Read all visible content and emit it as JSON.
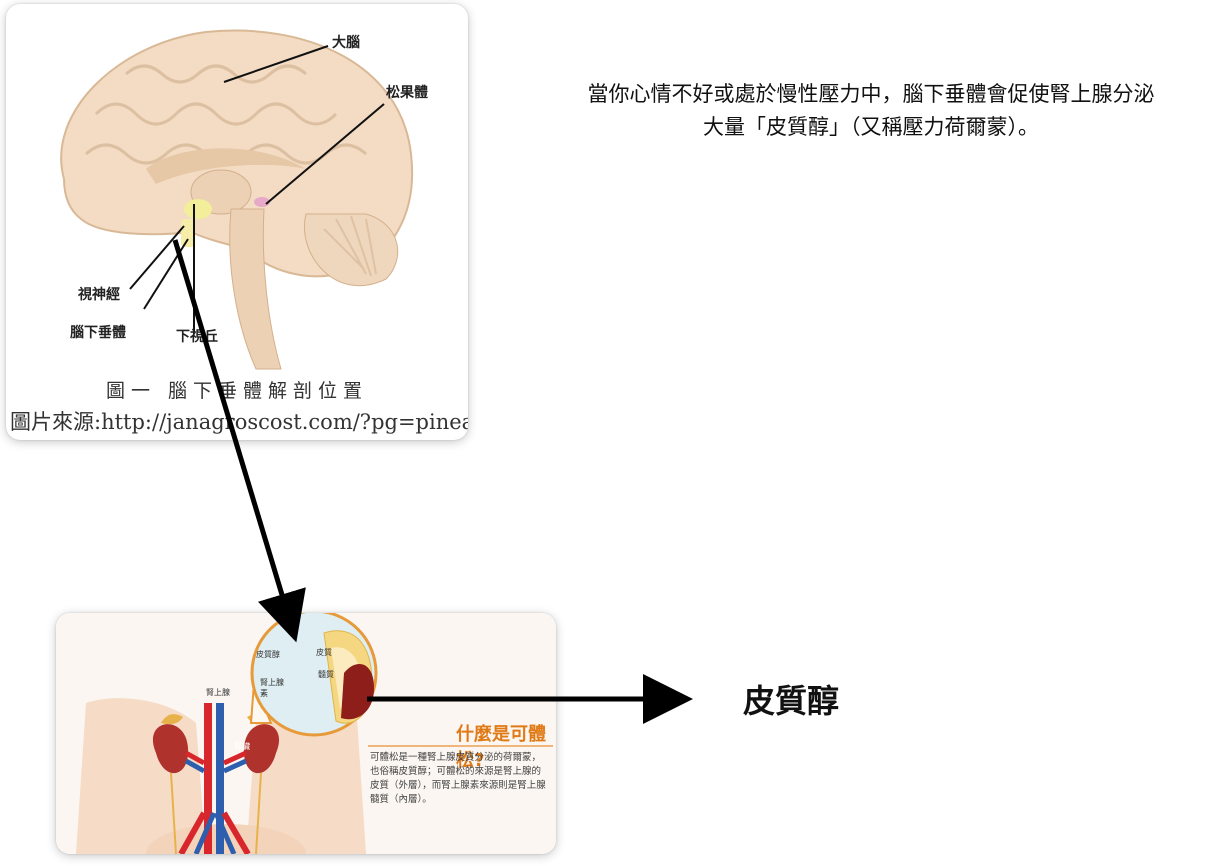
{
  "intro_text_line1": "當你心情不好或處於慢性壓力中，腦下垂體會促使腎上腺分泌",
  "intro_text_line2": "大量「皮質醇」（又稱壓力荷爾蒙）。",
  "cortisol_label": "皮質醇",
  "brain_figure": {
    "labels": {
      "cerebrum": "大腦",
      "pineal": "松果體",
      "optic_nerve": "視神經",
      "pituitary": "腦下垂體",
      "hypothalamus": "下視丘"
    },
    "caption_title": "圖一  腦下垂體解剖位置",
    "caption_source": "圖片來源:http://janagroscost.com/?pg=pineal"
  },
  "adrenal_figure": {
    "title": "什麼是可體松?",
    "body": "可體松是一種腎上腺皮質分泌的荷爾蒙，也俗稱皮質醇；可體松的來源是腎上腺的皮質（外層），而腎上腺素來源則是腎上腺髓質（內層）。",
    "labels": {
      "adrenal_gland": "腎上腺",
      "kidney": "腎臟",
      "cortisol": "皮質醇",
      "adrenaline": "腎上腺素",
      "cortex": "皮質",
      "medulla": "髓質"
    }
  },
  "colors": {
    "brain": "#f3dcc3",
    "kidney": "#b0322c",
    "artery": "#d8262d",
    "vein": "#2e5fae",
    "accent": "#e07a16"
  }
}
